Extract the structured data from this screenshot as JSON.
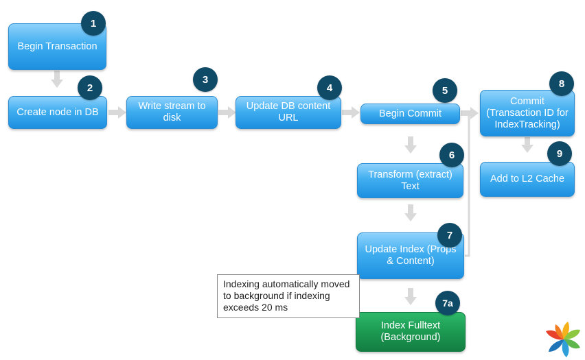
{
  "steps": [
    {
      "id": "begin_transaction",
      "label": "Begin Transaction",
      "badge": "1"
    },
    {
      "id": "create_node",
      "label": "Create node in DB",
      "badge": "2"
    },
    {
      "id": "write_stream",
      "label": "Write stream to disk",
      "badge": "3"
    },
    {
      "id": "update_db_url",
      "label": "Update DB content URL",
      "badge": "4"
    },
    {
      "id": "begin_commit",
      "label": "Begin Commit",
      "badge": "5"
    },
    {
      "id": "transform_text",
      "label": "Transform (extract) Text",
      "badge": "6"
    },
    {
      "id": "update_index",
      "label": "Update Index (Props & Content)",
      "badge": "7"
    },
    {
      "id": "index_fulltext",
      "label": "Index Fulltext (Background)",
      "badge": "7a"
    },
    {
      "id": "commit_tx",
      "label": "Commit (Transaction ID for IndexTracking)",
      "badge": "8"
    },
    {
      "id": "add_l2_cache",
      "label": "Add to L2 Cache",
      "badge": "9"
    }
  ],
  "note": "Indexing automatically moved to background if indexing exceeds 20 ms",
  "colors": {
    "box_blue": "#40aef0",
    "box_green": "#1c9a52",
    "badge": "#0f4a67",
    "connector": "#d9d9d9"
  },
  "logo": {
    "icon": "alfresco-flower-logo"
  }
}
